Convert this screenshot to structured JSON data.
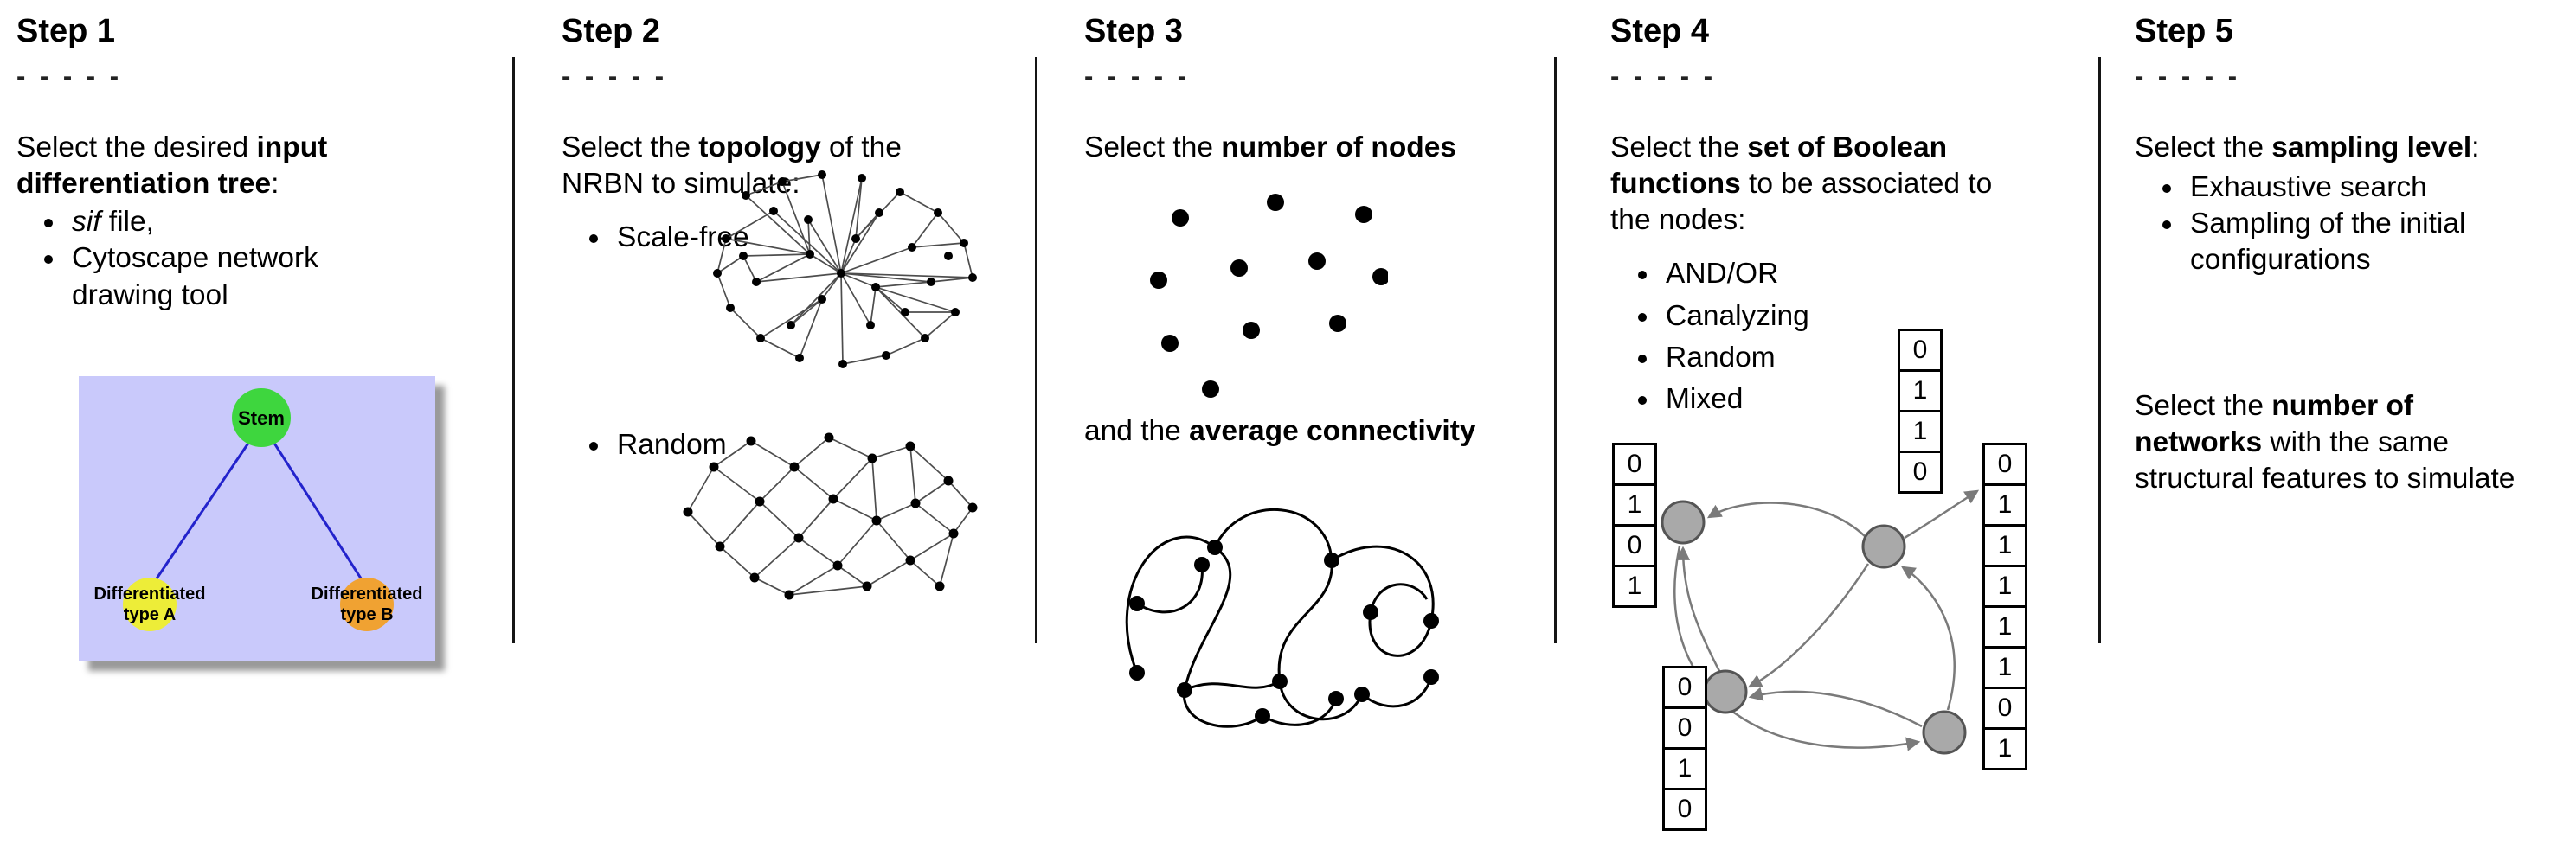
{
  "colors": {
    "stem_green": "#3ed63e",
    "type_a_yellow": "#eded38",
    "type_b_orange": "#f0a232",
    "tree_bg_lavender": "#c9c9fb",
    "tree_edge_blue": "#2323cc",
    "boolean_node_gray": "#a9a9a9"
  },
  "figure": {
    "steps": [
      {
        "title": "Step 1",
        "dashes": "- - - - -",
        "intro_pre": "Select the desired ",
        "intro_bold": "input differentiation tree",
        "intro_post": ":",
        "bullet1_italic": "sif",
        "bullet1_rest": " file,",
        "bullet2": "Cytoscape network drawing tool",
        "tree": {
          "stem": "Stem",
          "type_a_line1": "Differentiated",
          "type_a_line2": "type A",
          "type_b_line1": "Differentiated",
          "type_b_line2": "type B"
        }
      },
      {
        "title": "Step 2",
        "dashes": "- - - - -",
        "intro_pre": "Select the ",
        "intro_bold": "topology",
        "intro_post": " of the NRBN to simulate:",
        "bullet_scale_free": "Scale-free",
        "bullet_random": "Random"
      },
      {
        "title": "Step 3",
        "dashes": "- - - - -",
        "line1_pre": "Select the ",
        "line1_bold": "number of nodes",
        "line2_pre": "and the ",
        "line2_bold": "average connectivity"
      },
      {
        "title": "Step 4",
        "dashes": "- - - - -",
        "intro_pre": "Select the ",
        "intro_bold": "set of Boolean functions",
        "intro_post": " to be associated to the nodes:",
        "bullets": [
          "AND/OR",
          "Canalyzing",
          "Random",
          "Mixed"
        ],
        "truth_tables": {
          "left": [
            "0",
            "1",
            "0",
            "1"
          ],
          "top": [
            "0",
            "1",
            "1",
            "0"
          ],
          "right": [
            "0",
            "1",
            "1",
            "1",
            "1",
            "1",
            "0",
            "1"
          ],
          "bottom": [
            "0",
            "0",
            "1",
            "0"
          ]
        }
      },
      {
        "title": "Step 5",
        "dashes": "- - - - -",
        "intro_pre": "Select the ",
        "intro_bold": "sampling level",
        "intro_post": ":",
        "bullets": [
          "Exhaustive search",
          "Sampling of the initial configurations"
        ],
        "para2_pre": "Select the ",
        "para2_bold": "number of networks",
        "para2_post": " with the same structural features to simulate"
      }
    ]
  }
}
